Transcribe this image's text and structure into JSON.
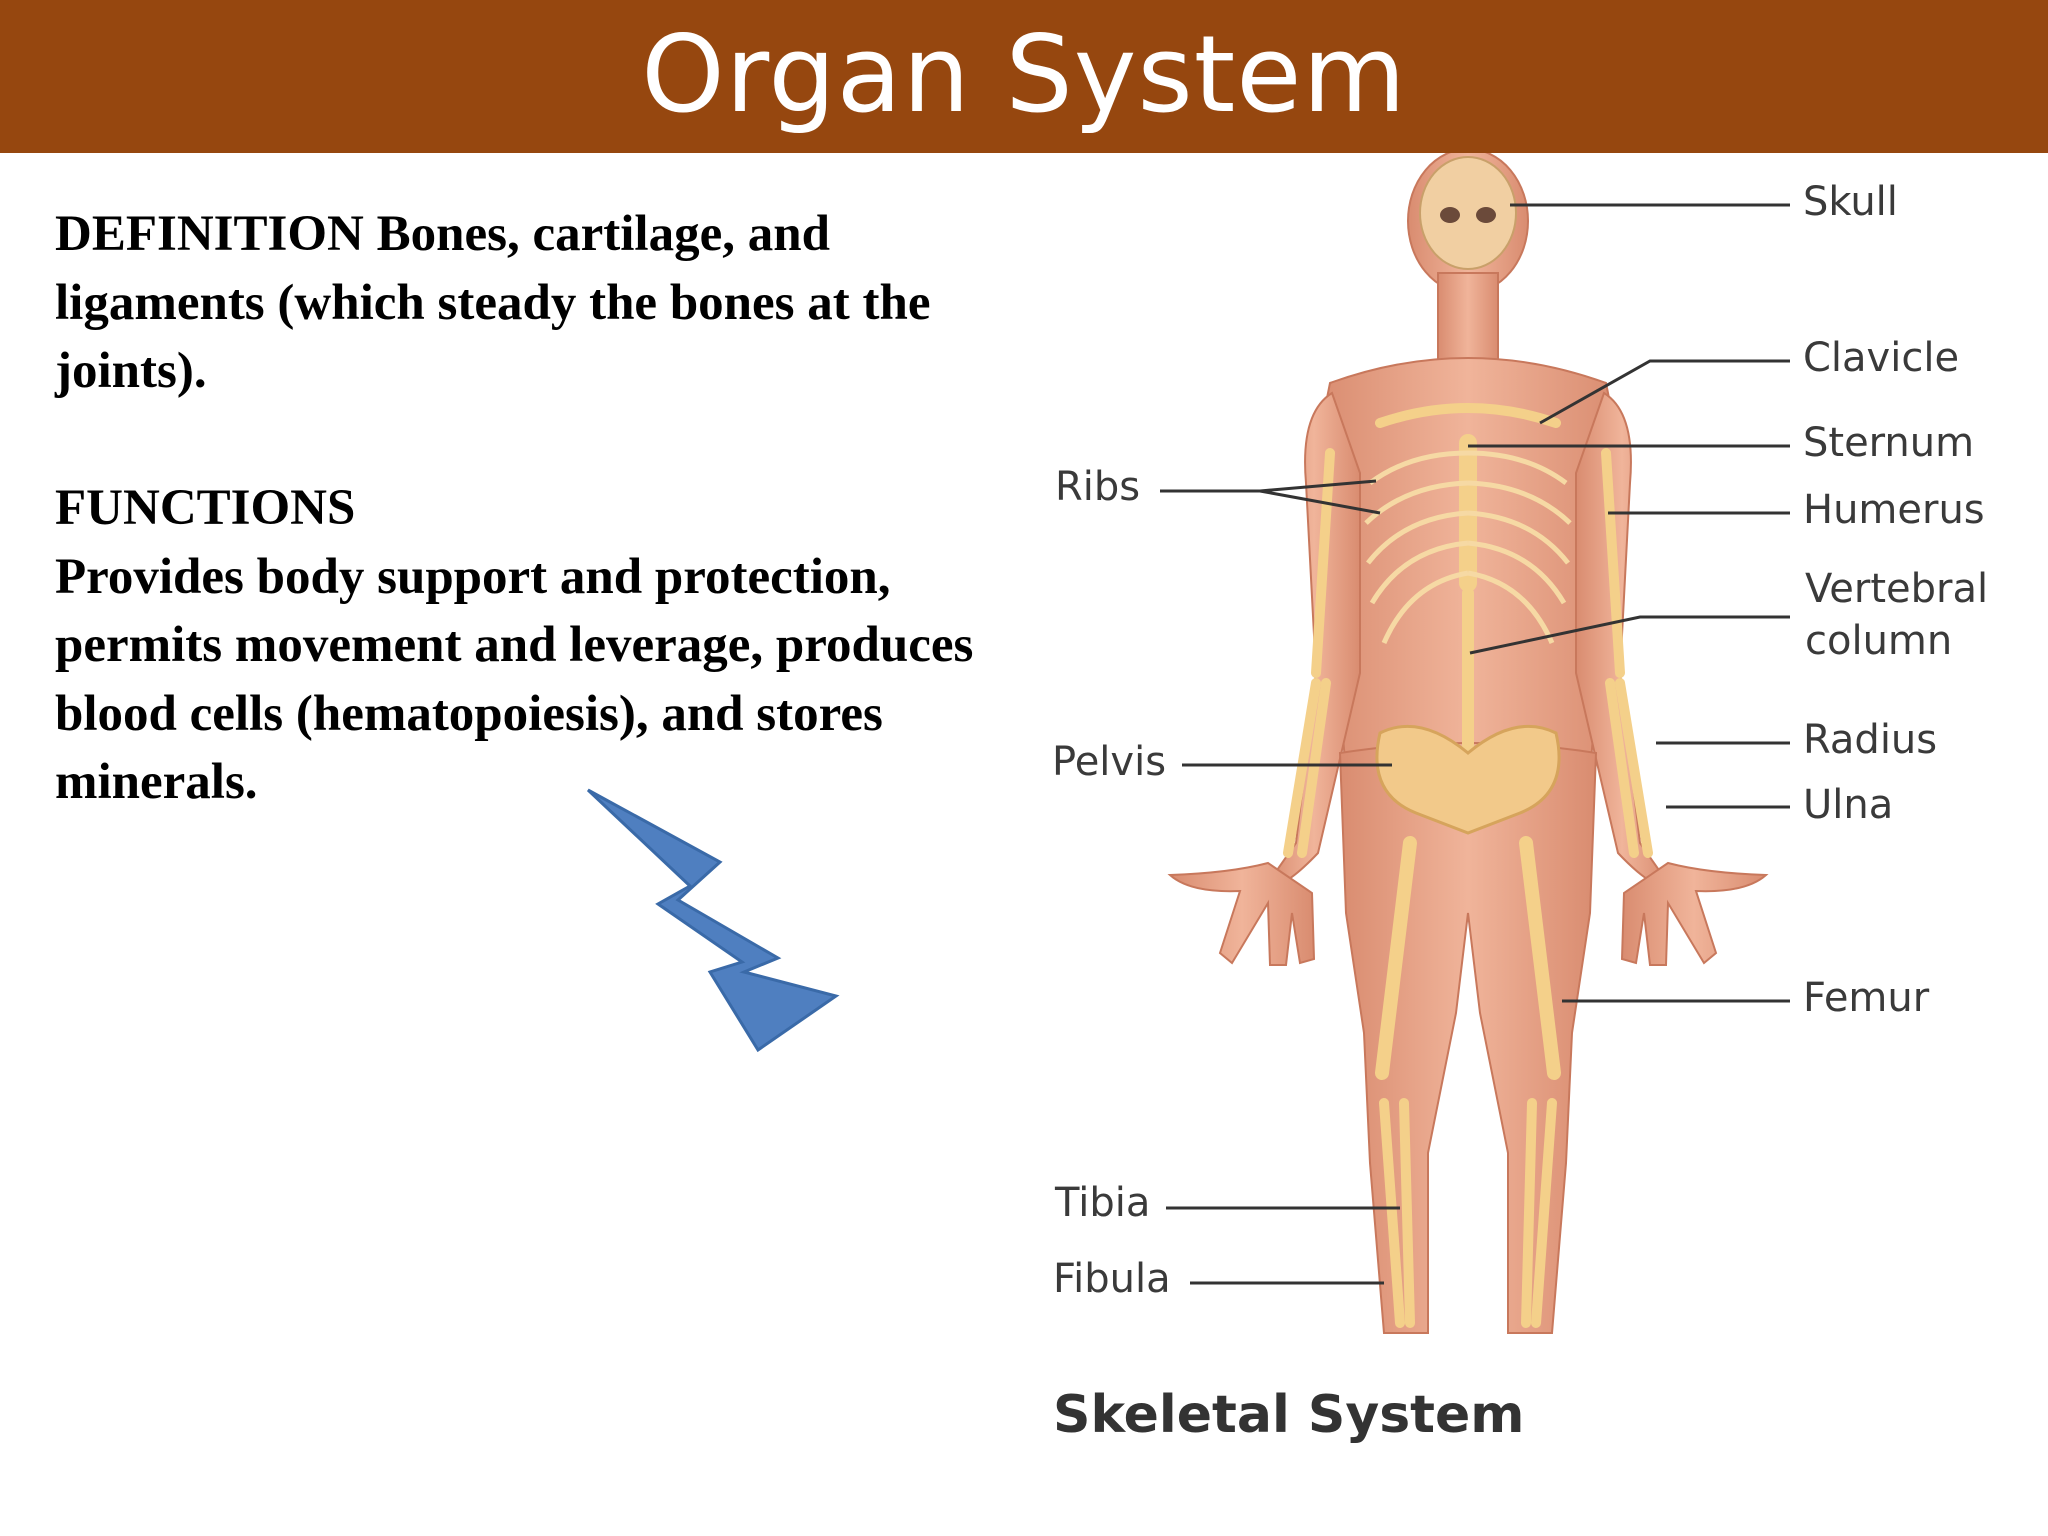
{
  "slide": {
    "title": "Organ System"
  },
  "definition": {
    "text": "DEFINITION Bones, cartilage, and ligaments (which steady the bones at the joints)."
  },
  "functions": {
    "heading": "FUNCTIONS",
    "text": "Provides body support and protection, permits movement and leverage, produces blood cells (hematopoiesis), and stores minerals."
  },
  "figure": {
    "caption": "Skeletal System",
    "labels": {
      "skull": "Skull",
      "clavicle": "Clavicle",
      "sternum": "Sternum",
      "humerus": "Humerus",
      "vertebral_line1": "Vertebral",
      "vertebral_line2": "column",
      "radius": "Radius",
      "ulna": "Ulna",
      "femur": "Femur",
      "ribs": "Ribs",
      "pelvis": "Pelvis",
      "tibia": "Tibia",
      "fibula": "Fibula"
    }
  },
  "colors": {
    "title_bar": "#96470f",
    "bolt_fill": "#4f7fc0",
    "bolt_stroke": "#3a6aa8",
    "skin": "#e9a98e",
    "bone": "#f4d08a"
  }
}
